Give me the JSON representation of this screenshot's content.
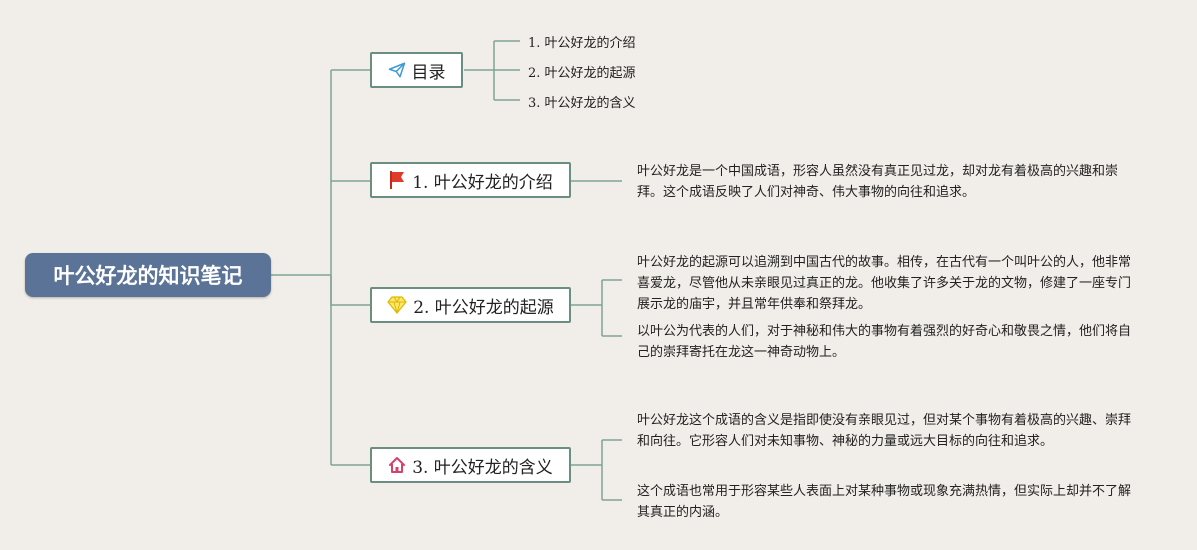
{
  "root": {
    "title": "叶公好龙的知识笔记"
  },
  "branches": [
    {
      "label": "目录",
      "icon": "paper-plane-icon",
      "icon_color": "#3b9bd6"
    },
    {
      "label": "1. 叶公好龙的介绍",
      "icon": "red-flag-icon",
      "icon_color": "#e03a2a"
    },
    {
      "label": "2. 叶公好龙的起源",
      "icon": "diamond-icon",
      "icon_color": "#f2d21c"
    },
    {
      "label": "3. 叶公好龙的含义",
      "icon": "house-icon",
      "icon_color": "#d4426d"
    }
  ],
  "toc_items": [
    "1. 叶公好龙的介绍",
    "2. 叶公好龙的起源",
    "3. 叶公好龙的含义"
  ],
  "intro": {
    "p1": "叶公好龙是一个中国成语，形容人虽然没有真正见过龙，却对龙有着极高的兴趣和崇拜。这个成语反映了人们对神奇、伟大事物的向往和追求。"
  },
  "origin": {
    "p1": "叶公好龙的起源可以追溯到中国古代的故事。相传，在古代有一个叫叶公的人，他非常喜爱龙，尽管他从未亲眼见过真正的龙。他收集了许多关于龙的文物，修建了一座专门展示龙的庙宇，并且常年供奉和祭拜龙。",
    "p2": "以叶公为代表的人们，对于神秘和伟大的事物有着强烈的好奇心和敬畏之情，他们将自己的崇拜寄托在龙这一神奇动物上。"
  },
  "meaning": {
    "p1": "叶公好龙这个成语的含义是指即使没有亲眼见过，但对某个事物有着极高的兴趣、崇拜和向往。它形容人们对未知事物、神秘的力量或远大目标的向往和追求。",
    "p2": "这个成语也常用于形容某些人表面上对某种事物或现象充满热情，但实际上却并不了解其真正的内涵。"
  },
  "colors": {
    "background": "#f1ede8",
    "root_fill": "#5b7396",
    "line": "#6a8e82"
  }
}
